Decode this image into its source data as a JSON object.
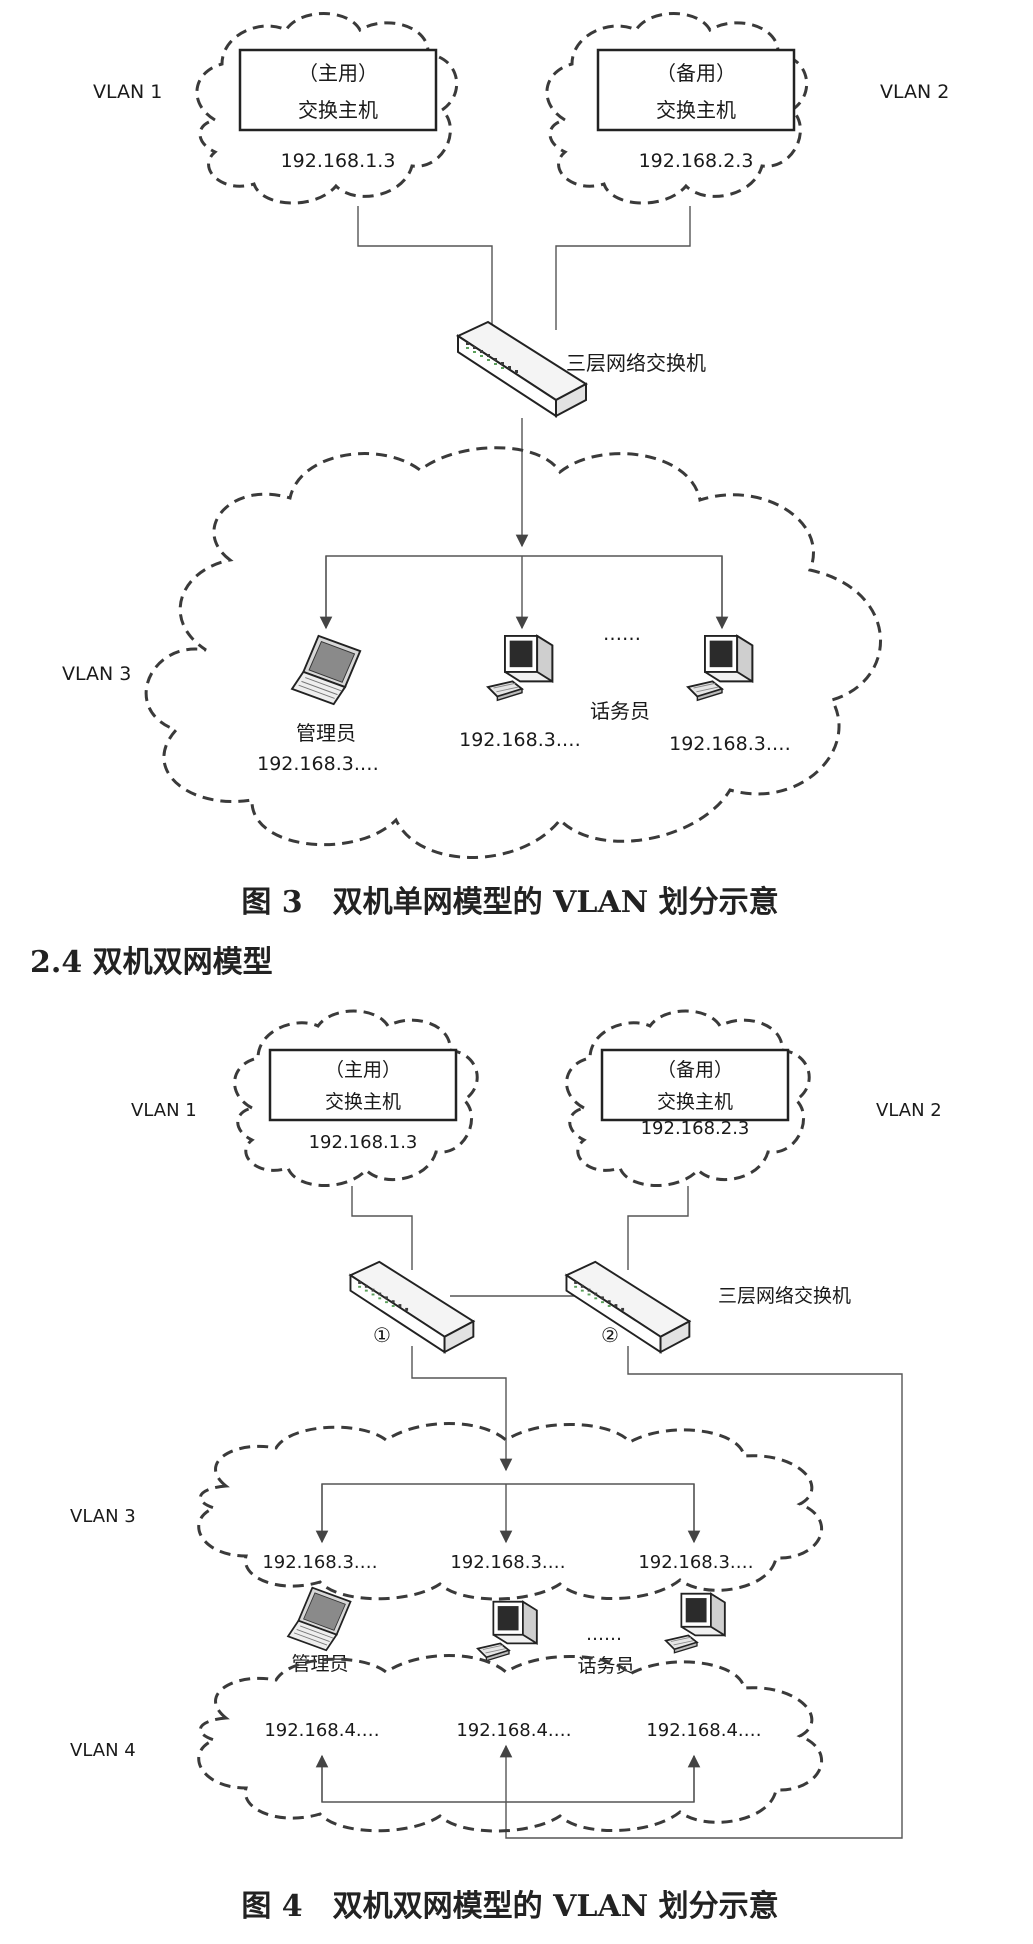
{
  "figure3": {
    "vlan1": "VLAN 1",
    "vlan2": "VLAN 2",
    "vlan3": "VLAN 3",
    "primary_role": "（主用）",
    "backup_role": "（备用）",
    "host_label": "交换主机",
    "primary_ip": "192.168.1.3",
    "backup_ip": "192.168.2.3",
    "switch_label": "三层网络交换机",
    "admin_label": "管理员",
    "admin_ip": "192.168.3.…",
    "operator_label": "话务员",
    "operator1_ip": "192.168.3.…",
    "operator2_ip": "192.168.3.…",
    "ellipsis": "……",
    "caption": "图 3　双机单网模型的 VLAN 划分示意"
  },
  "section_heading": "2.4 双机双网模型",
  "figure4": {
    "vlan1": "VLAN 1",
    "vlan2": "VLAN 2",
    "vlan3": "VLAN 3",
    "vlan4": "VLAN 4",
    "primary_role": "（主用）",
    "backup_role": "（备用）",
    "host_label": "交换主机",
    "primary_ip": "192.168.1.3",
    "backup_ip": "192.168.2.3",
    "switch_label": "三层网络交换机",
    "switch1_marker": "①",
    "switch2_marker": "②",
    "vlan3_ips": [
      "192.168.3.…",
      "192.168.3.…",
      "192.168.3.…"
    ],
    "vlan4_ips": [
      "192.168.4.…",
      "192.168.4.…",
      "192.168.4.…"
    ],
    "admin_label": "管理员",
    "operator_label": "话务员",
    "ellipsis": "……",
    "caption": "图 4　双机双网模型的 VLAN 划分示意"
  }
}
